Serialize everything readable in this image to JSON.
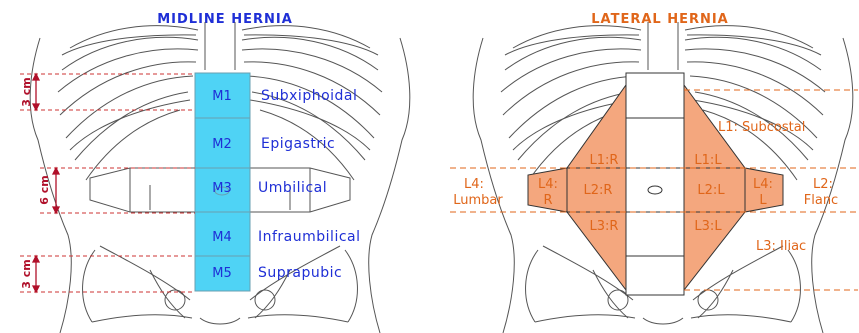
{
  "colors": {
    "midline_title": "#1f2fd6",
    "lateral_title": "#e0661a",
    "midline_fill": "#4fd3f5",
    "lateral_fill": "#f4a77e",
    "lateral_text": "#e0661a",
    "label_text": "#1f2fd6",
    "measure": "#b0102a",
    "bone": "#555555"
  },
  "midline": {
    "title": "MIDLINE HERNIA",
    "zones": [
      {
        "code": "M1",
        "name": "Subxiphoidal"
      },
      {
        "code": "M2",
        "name": "Epigastric"
      },
      {
        "code": "M3",
        "name": "Umbilical"
      },
      {
        "code": "M4",
        "name": "Infraumbilical"
      },
      {
        "code": "M5",
        "name": "Suprapubic"
      }
    ],
    "measures": [
      "3 cm",
      "6 cm",
      "3 cm"
    ]
  },
  "lateral": {
    "title": "LATERAL HERNIA",
    "zones": {
      "l1_r": "L1:R",
      "l1_l": "L1:L",
      "l2_r": "L2:R",
      "l2_l": "L2:L",
      "l3_r": "L3:R",
      "l3_l": "L3:L",
      "l4_r_a": "L4:",
      "l4_r_b": "R",
      "l4_l_a": "L4:",
      "l4_l_b": "L"
    },
    "side_labels": {
      "l1": "L1: Subcostal",
      "l2_a": "L2:",
      "l2_b": "Flanc",
      "l3": "L3: Iliac",
      "l4_a": "L4:",
      "l4_b": "Lumbar"
    }
  }
}
